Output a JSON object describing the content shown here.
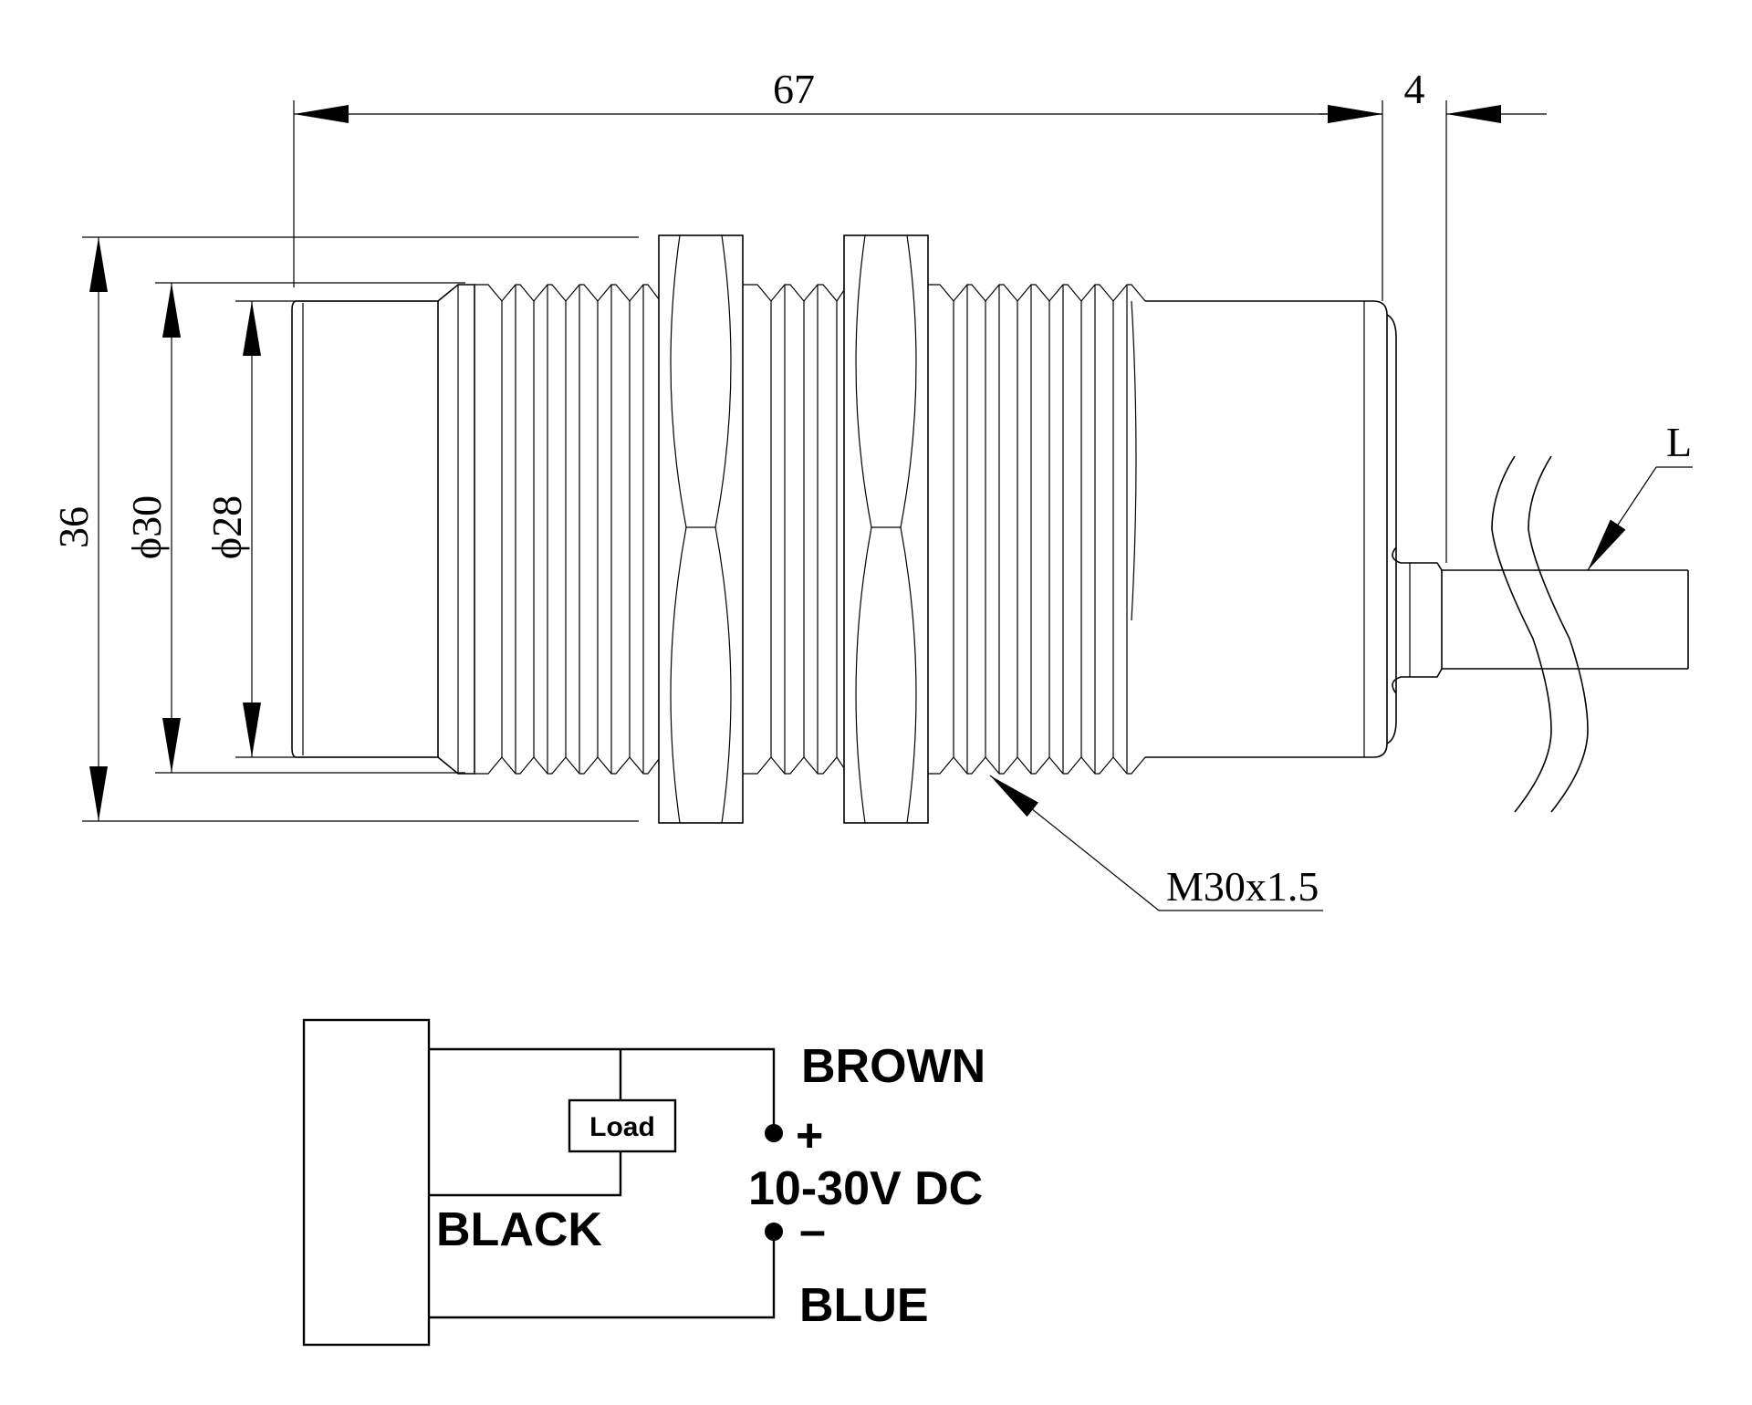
{
  "dimensions": {
    "length": "67",
    "cable_offset": "4",
    "overall_diameter": "36",
    "thread_diameter": "ϕ30",
    "face_diameter": "ϕ28",
    "thread_spec": "M30x1.5",
    "cable_label": "L"
  },
  "wiring": {
    "brown": "BROWN",
    "black": "BLACK",
    "blue": "BLUE",
    "load": "Load",
    "plus": "+",
    "minus": "–",
    "supply": "10-30V DC"
  }
}
